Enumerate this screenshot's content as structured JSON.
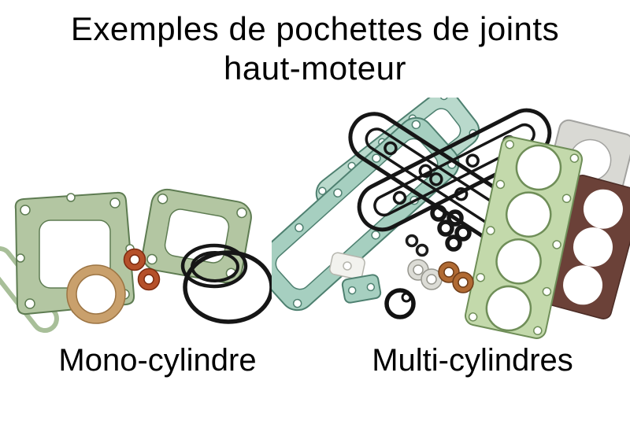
{
  "title": {
    "line1": "Exemples de pochettes de joints",
    "line2": "haut-moteur"
  },
  "sections": {
    "mono": {
      "label": "Mono-cylindre"
    },
    "multi": {
      "label": "Multi-cylindres"
    }
  },
  "colors": {
    "background": "#ffffff",
    "text": "#000000",
    "gasket-green": "#b3c6a2",
    "gasket-green-edge": "#5e7c52",
    "gasket-teal": "#a6cfc0",
    "gasket-teal-light": "#b9d9cc",
    "gasket-teal-edge": "#4e8070",
    "head-gasket-green": "#c3d9ab",
    "head-gasket-green-edge": "#6f8e58",
    "oring-black": "#161616",
    "washer-copper": "#b5502a",
    "ring-tan": "#c9a06c",
    "gasket-gray": "#d9d9d4",
    "gasket-brown": "#6b4138"
  }
}
